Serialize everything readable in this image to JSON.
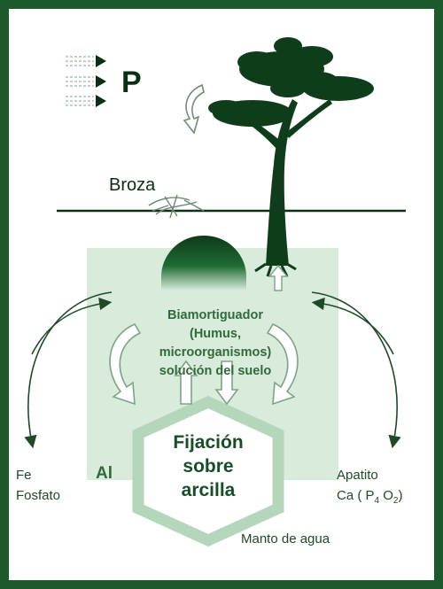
{
  "diagram": {
    "p_label": "P",
    "broza_label": "Broza",
    "biamortiguador": {
      "line1": "Biamortiguador",
      "line2": "(Humus,",
      "line3": "microorganismos)",
      "line4": "solución del suelo"
    },
    "fijacion": {
      "line1": "Fijación",
      "line2": "sobre",
      "line3": "arcilla"
    },
    "left_labels": {
      "fe": "Fe",
      "fosfato": "Fosfato",
      "al": "Al"
    },
    "right_labels": {
      "apatito": "Apatito",
      "ca_prefix": "Ca ( P",
      "ca_sub1": "4",
      "ca_mid": " O",
      "ca_sub2": "2",
      "ca_suffix": ")"
    },
    "manto": "Manto de agua",
    "colors": {
      "frame": "#1d5a2b",
      "tree": "#0f3d1c",
      "soil_panel": "#d9ecdc",
      "hexagon": "#b4d6bb",
      "arrow_outline": "#7aa584"
    },
    "icons": [
      "sun-ray-arrows-icon",
      "down-arrow-icon",
      "up-arrow-icon",
      "tree-icon",
      "litter-icon",
      "humus-mound-icon"
    ]
  }
}
